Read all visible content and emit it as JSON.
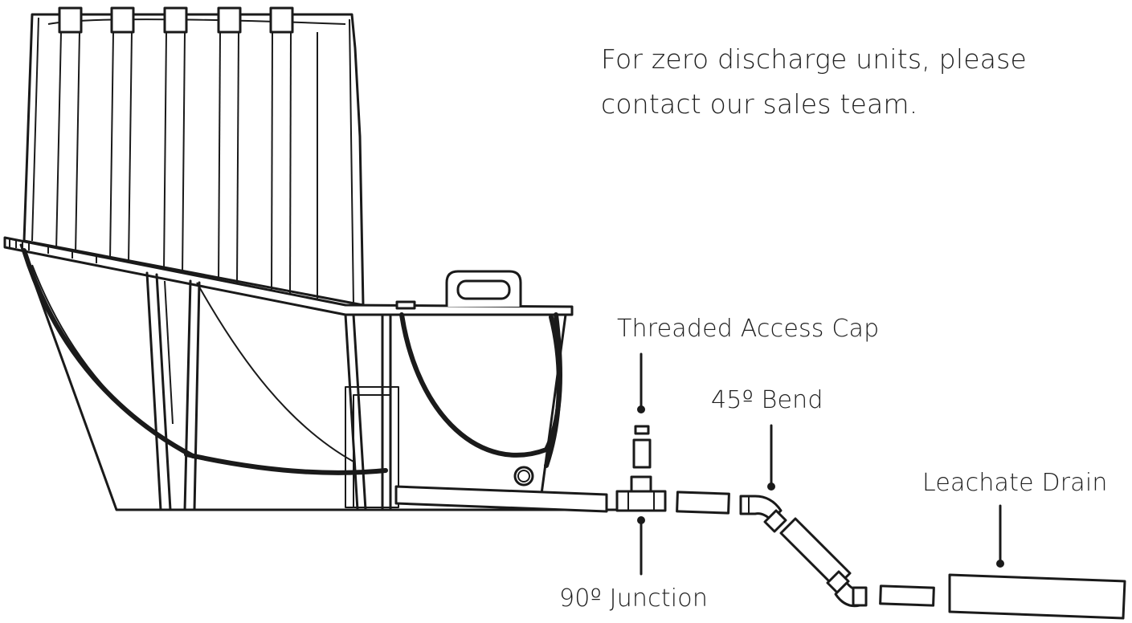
{
  "note": "For zero discharge units, please contact our sales team.",
  "labels": {
    "threaded_access_cap": "Threaded Access Cap",
    "bend_45": "45º Bend",
    "junction_90": "90º Junction",
    "leachate_drain": "Leachate Drain"
  }
}
